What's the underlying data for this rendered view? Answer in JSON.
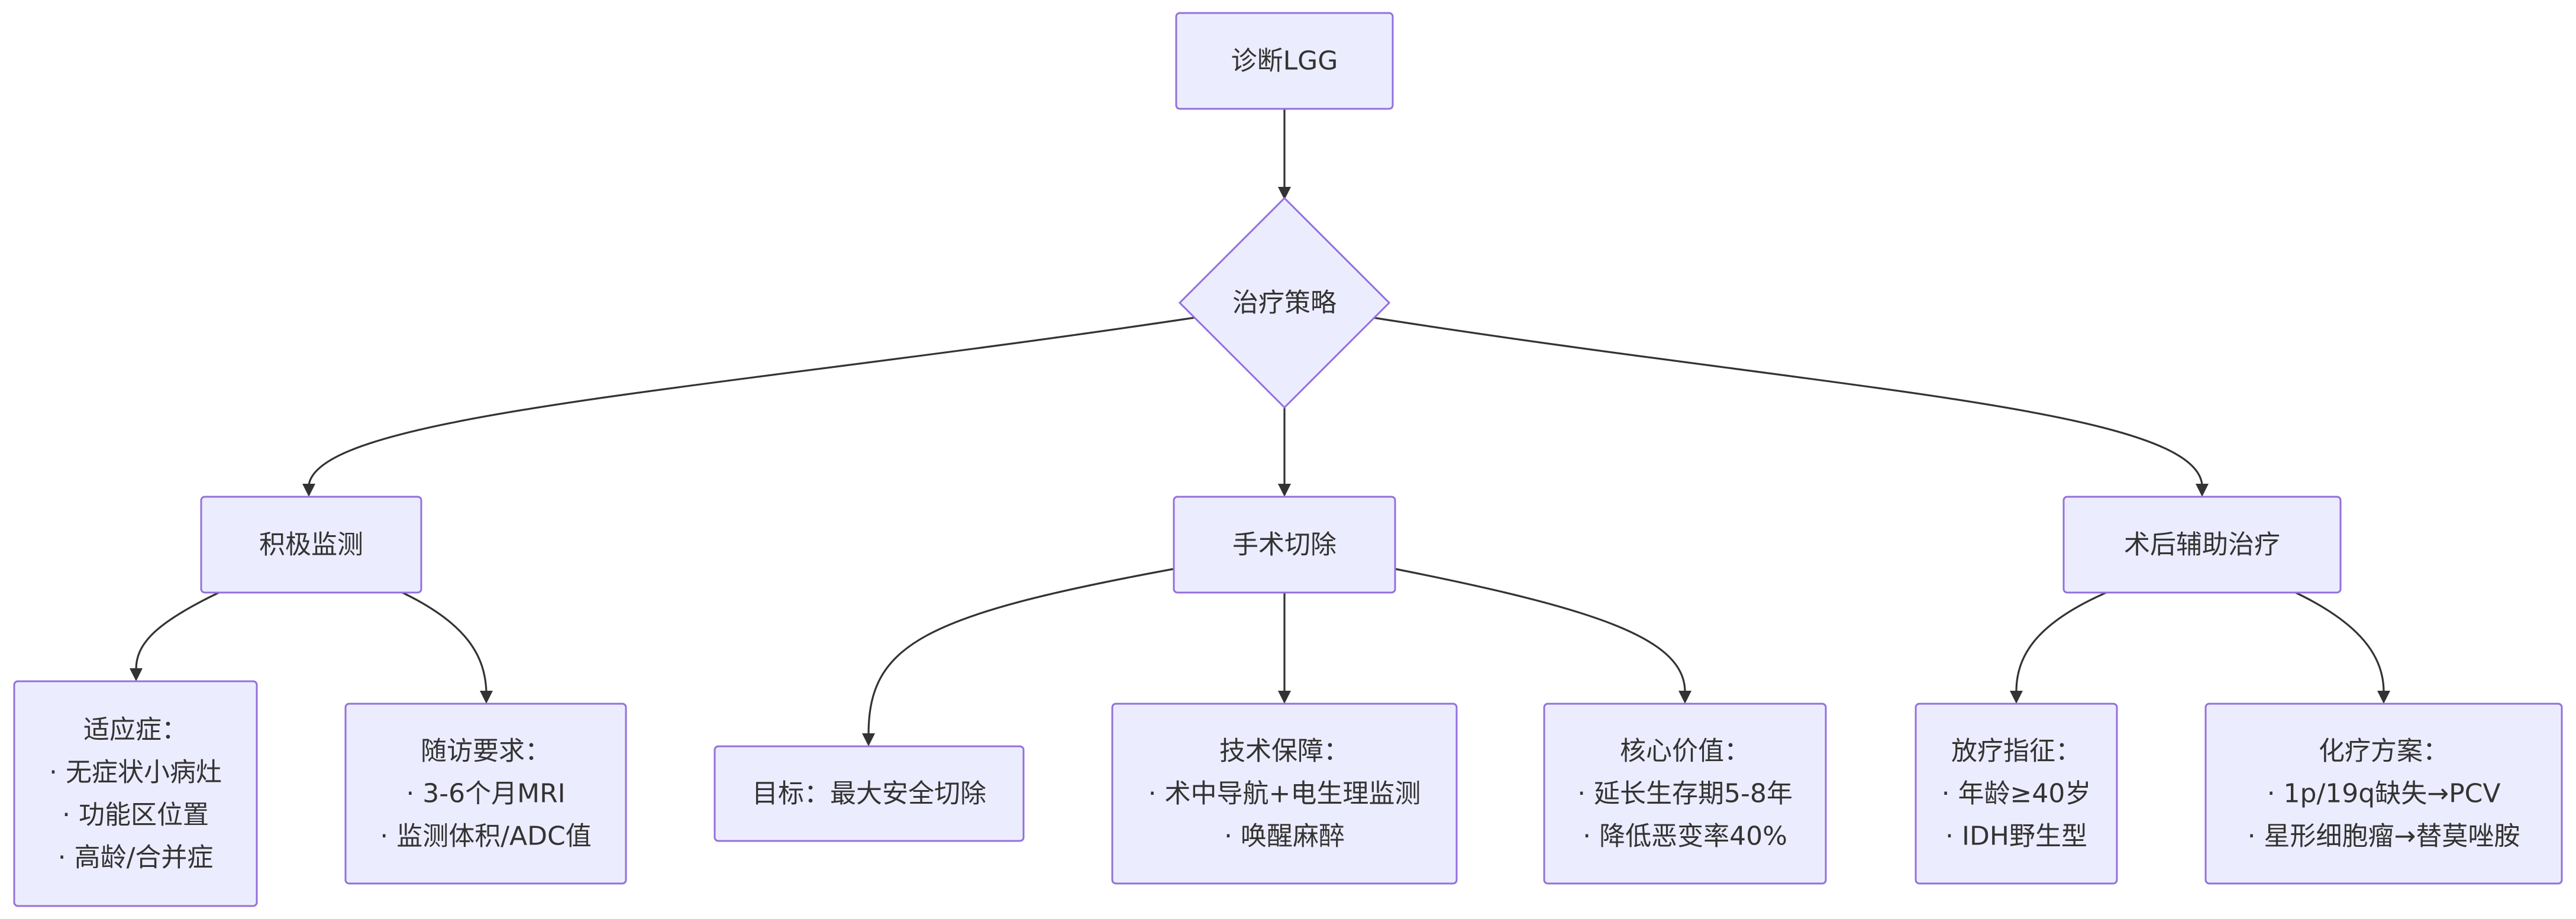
{
  "nodes": {
    "diagnosis": {
      "lines": [
        "诊断LGG"
      ]
    },
    "strategy": {
      "lines": [
        "治疗策略"
      ]
    },
    "monitoring": {
      "lines": [
        "积极监测"
      ]
    },
    "surgery": {
      "lines": [
        "手术切除"
      ]
    },
    "adjuvant": {
      "lines": [
        "术后辅助治疗"
      ]
    },
    "indications": {
      "lines": [
        "适应症：",
        "· 无症状小病灶",
        "· 功能区位置",
        "· 高龄/合并症"
      ]
    },
    "followup": {
      "lines": [
        "随访要求：",
        "· 3-6个月MRI",
        "· 监测体积/ADC值"
      ]
    },
    "goal": {
      "lines": [
        "目标：最大安全切除"
      ]
    },
    "tech": {
      "lines": [
        "技术保障：",
        "· 术中导航+电生理监测",
        "· 唤醒麻醉"
      ]
    },
    "value": {
      "lines": [
        "核心价值：",
        "· 延长生存期5-8年",
        "· 降低恶变率40%"
      ]
    },
    "radiation": {
      "lines": [
        "放疗指征：",
        "· 年龄≥40岁",
        "· IDH野生型"
      ]
    },
    "chemo": {
      "lines": [
        "化疗方案：",
        "· 1p/19q缺失→PCV",
        "· 星形细胞瘤→替莫唑胺"
      ]
    }
  },
  "edges": [
    [
      "diagnosis",
      "strategy"
    ],
    [
      "strategy",
      "monitoring"
    ],
    [
      "strategy",
      "surgery"
    ],
    [
      "strategy",
      "adjuvant"
    ],
    [
      "monitoring",
      "indications"
    ],
    [
      "monitoring",
      "followup"
    ],
    [
      "surgery",
      "goal"
    ],
    [
      "surgery",
      "tech"
    ],
    [
      "surgery",
      "value"
    ],
    [
      "adjuvant",
      "radiation"
    ],
    [
      "adjuvant",
      "chemo"
    ]
  ],
  "colors": {
    "node_fill": "#ECECFF",
    "node_stroke": "#9370DB",
    "edge": "#333333",
    "text": "#333333"
  }
}
